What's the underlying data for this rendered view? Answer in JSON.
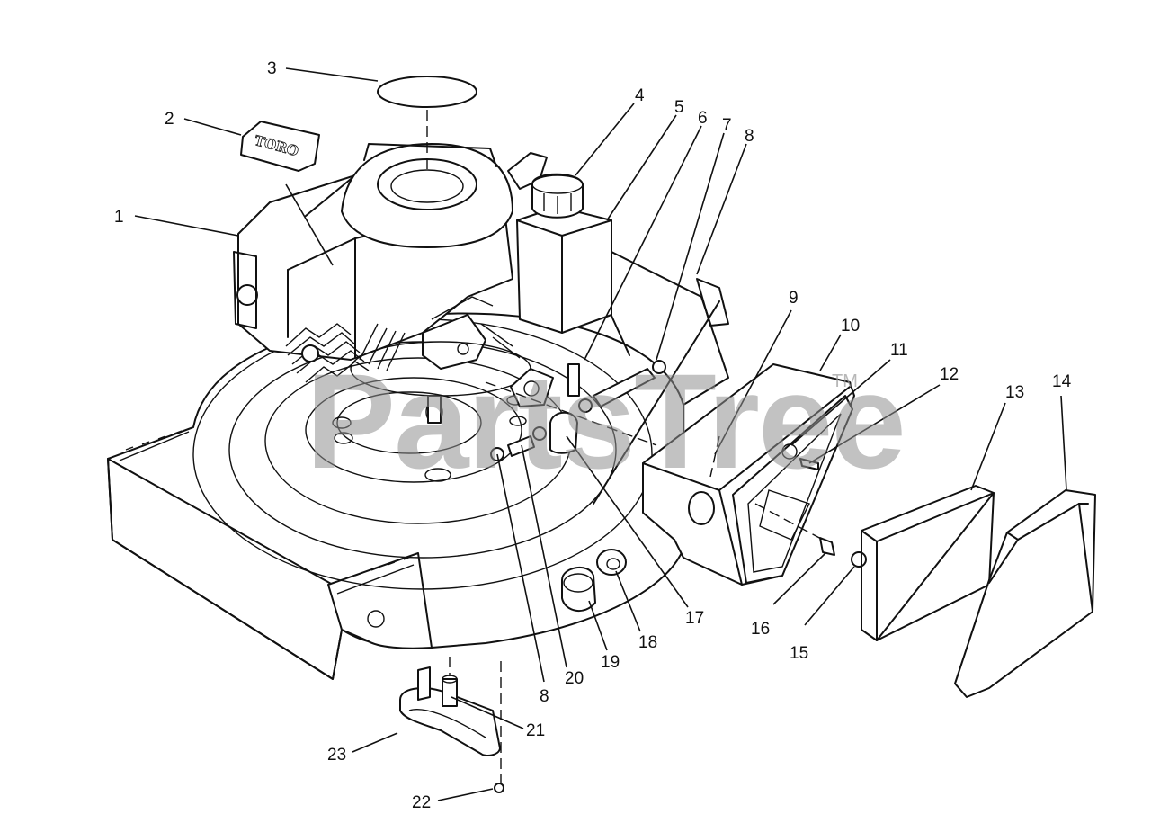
{
  "diagram": {
    "logo_text": "TORO",
    "watermark": "PartsTree",
    "watermark_tm": "TM",
    "callouts": [
      {
        "id": "c1",
        "label": "1"
      },
      {
        "id": "c2",
        "label": "2"
      },
      {
        "id": "c3",
        "label": "3"
      },
      {
        "id": "c4",
        "label": "4"
      },
      {
        "id": "c5",
        "label": "5"
      },
      {
        "id": "c6",
        "label": "6"
      },
      {
        "id": "c7",
        "label": "7"
      },
      {
        "id": "c8a",
        "label": "8"
      },
      {
        "id": "c9",
        "label": "9"
      },
      {
        "id": "c10",
        "label": "10"
      },
      {
        "id": "c11",
        "label": "11"
      },
      {
        "id": "c12",
        "label": "12"
      },
      {
        "id": "c13",
        "label": "13"
      },
      {
        "id": "c14",
        "label": "14"
      },
      {
        "id": "c15",
        "label": "15"
      },
      {
        "id": "c16",
        "label": "16"
      },
      {
        "id": "c17",
        "label": "17"
      },
      {
        "id": "c18",
        "label": "18"
      },
      {
        "id": "c19",
        "label": "19"
      },
      {
        "id": "c20",
        "label": "20"
      },
      {
        "id": "c8b",
        "label": "8"
      },
      {
        "id": "c21",
        "label": "21"
      },
      {
        "id": "c22",
        "label": "22"
      },
      {
        "id": "c23",
        "label": "23"
      }
    ]
  }
}
